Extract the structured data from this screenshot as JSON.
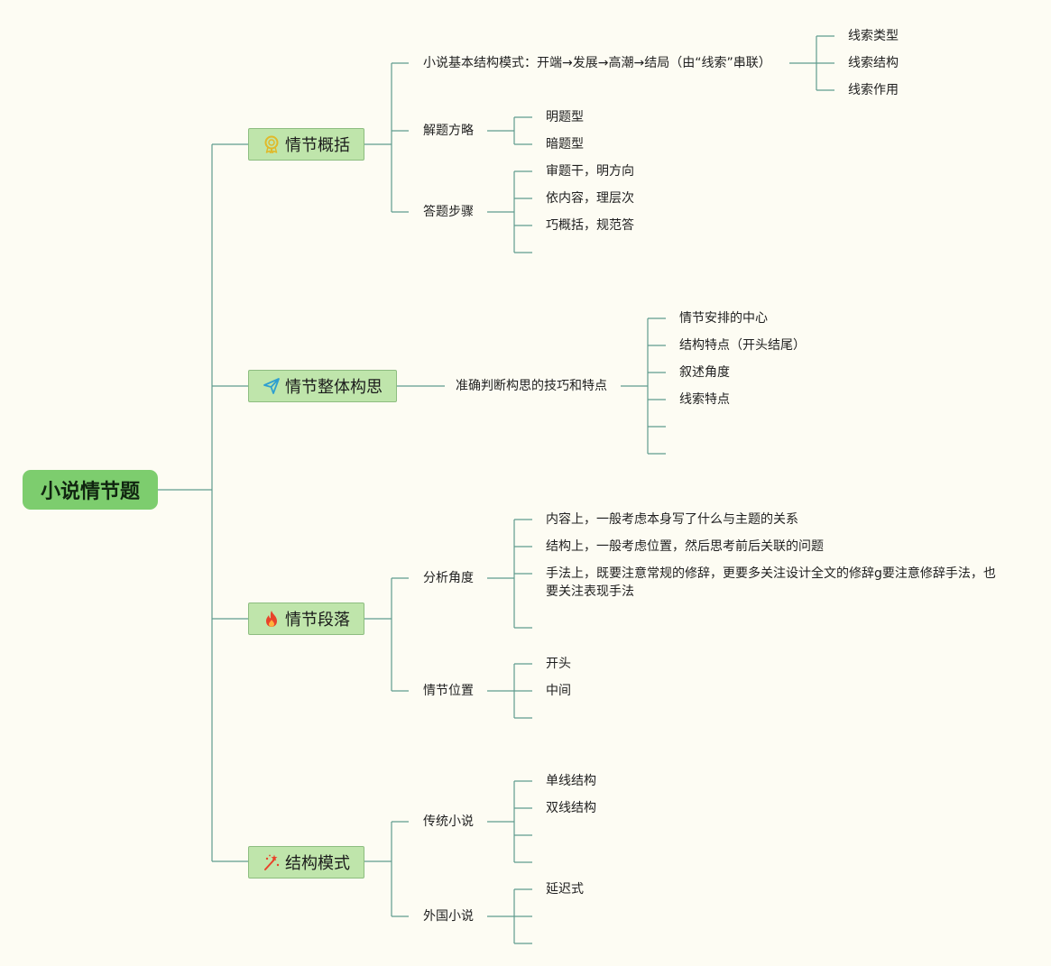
{
  "root": "小说情节题",
  "b1": {
    "title": "情节概括",
    "icon": "award-icon",
    "structure": "小说基本结构模式：开端→发展→高潮→结局（由“线索”串联）",
    "clue": [
      "线索类型",
      "线索结构",
      "线索作用"
    ],
    "strategy": "解题方略",
    "strategy_items": [
      "明题型",
      "暗题型"
    ],
    "steps": "答题步骤",
    "steps_items": [
      "审题干，明方向",
      "依内容，理层次",
      "巧概括，规范答"
    ]
  },
  "b2": {
    "title": "情节整体构思",
    "icon": "paper-plane-icon",
    "sub": "准确判断构思的技巧和特点",
    "items": [
      "情节安排的中心",
      "结构特点（开头结尾）",
      "叙述角度",
      "线索特点"
    ]
  },
  "b3": {
    "title": "情节段落",
    "icon": "fire-icon",
    "angle": "分析角度",
    "angle_items": [
      "内容上，一般考虑本身写了什么与主题的关系",
      "结构上，一般考虑位置，然后思考前后关联的问题",
      "手法上，既要注意常规的修辞，更要多关注设计全文的修辞g要注意修辞手法，也要关注表现手法"
    ],
    "position": "情节位置",
    "position_items": [
      "开头",
      "中间"
    ]
  },
  "b4": {
    "title": "结构模式",
    "icon": "magic-wand-icon",
    "trad": "传统小说",
    "trad_items": [
      "单线结构",
      "双线结构"
    ],
    "foreign": "外国小说",
    "foreign_items": [
      "延迟式"
    ]
  },
  "colors": {
    "line": "#5f9b8e",
    "root_fill": "#7dcd6e",
    "node_fill": "#bfe5ab",
    "background": "#fdfcf3"
  }
}
